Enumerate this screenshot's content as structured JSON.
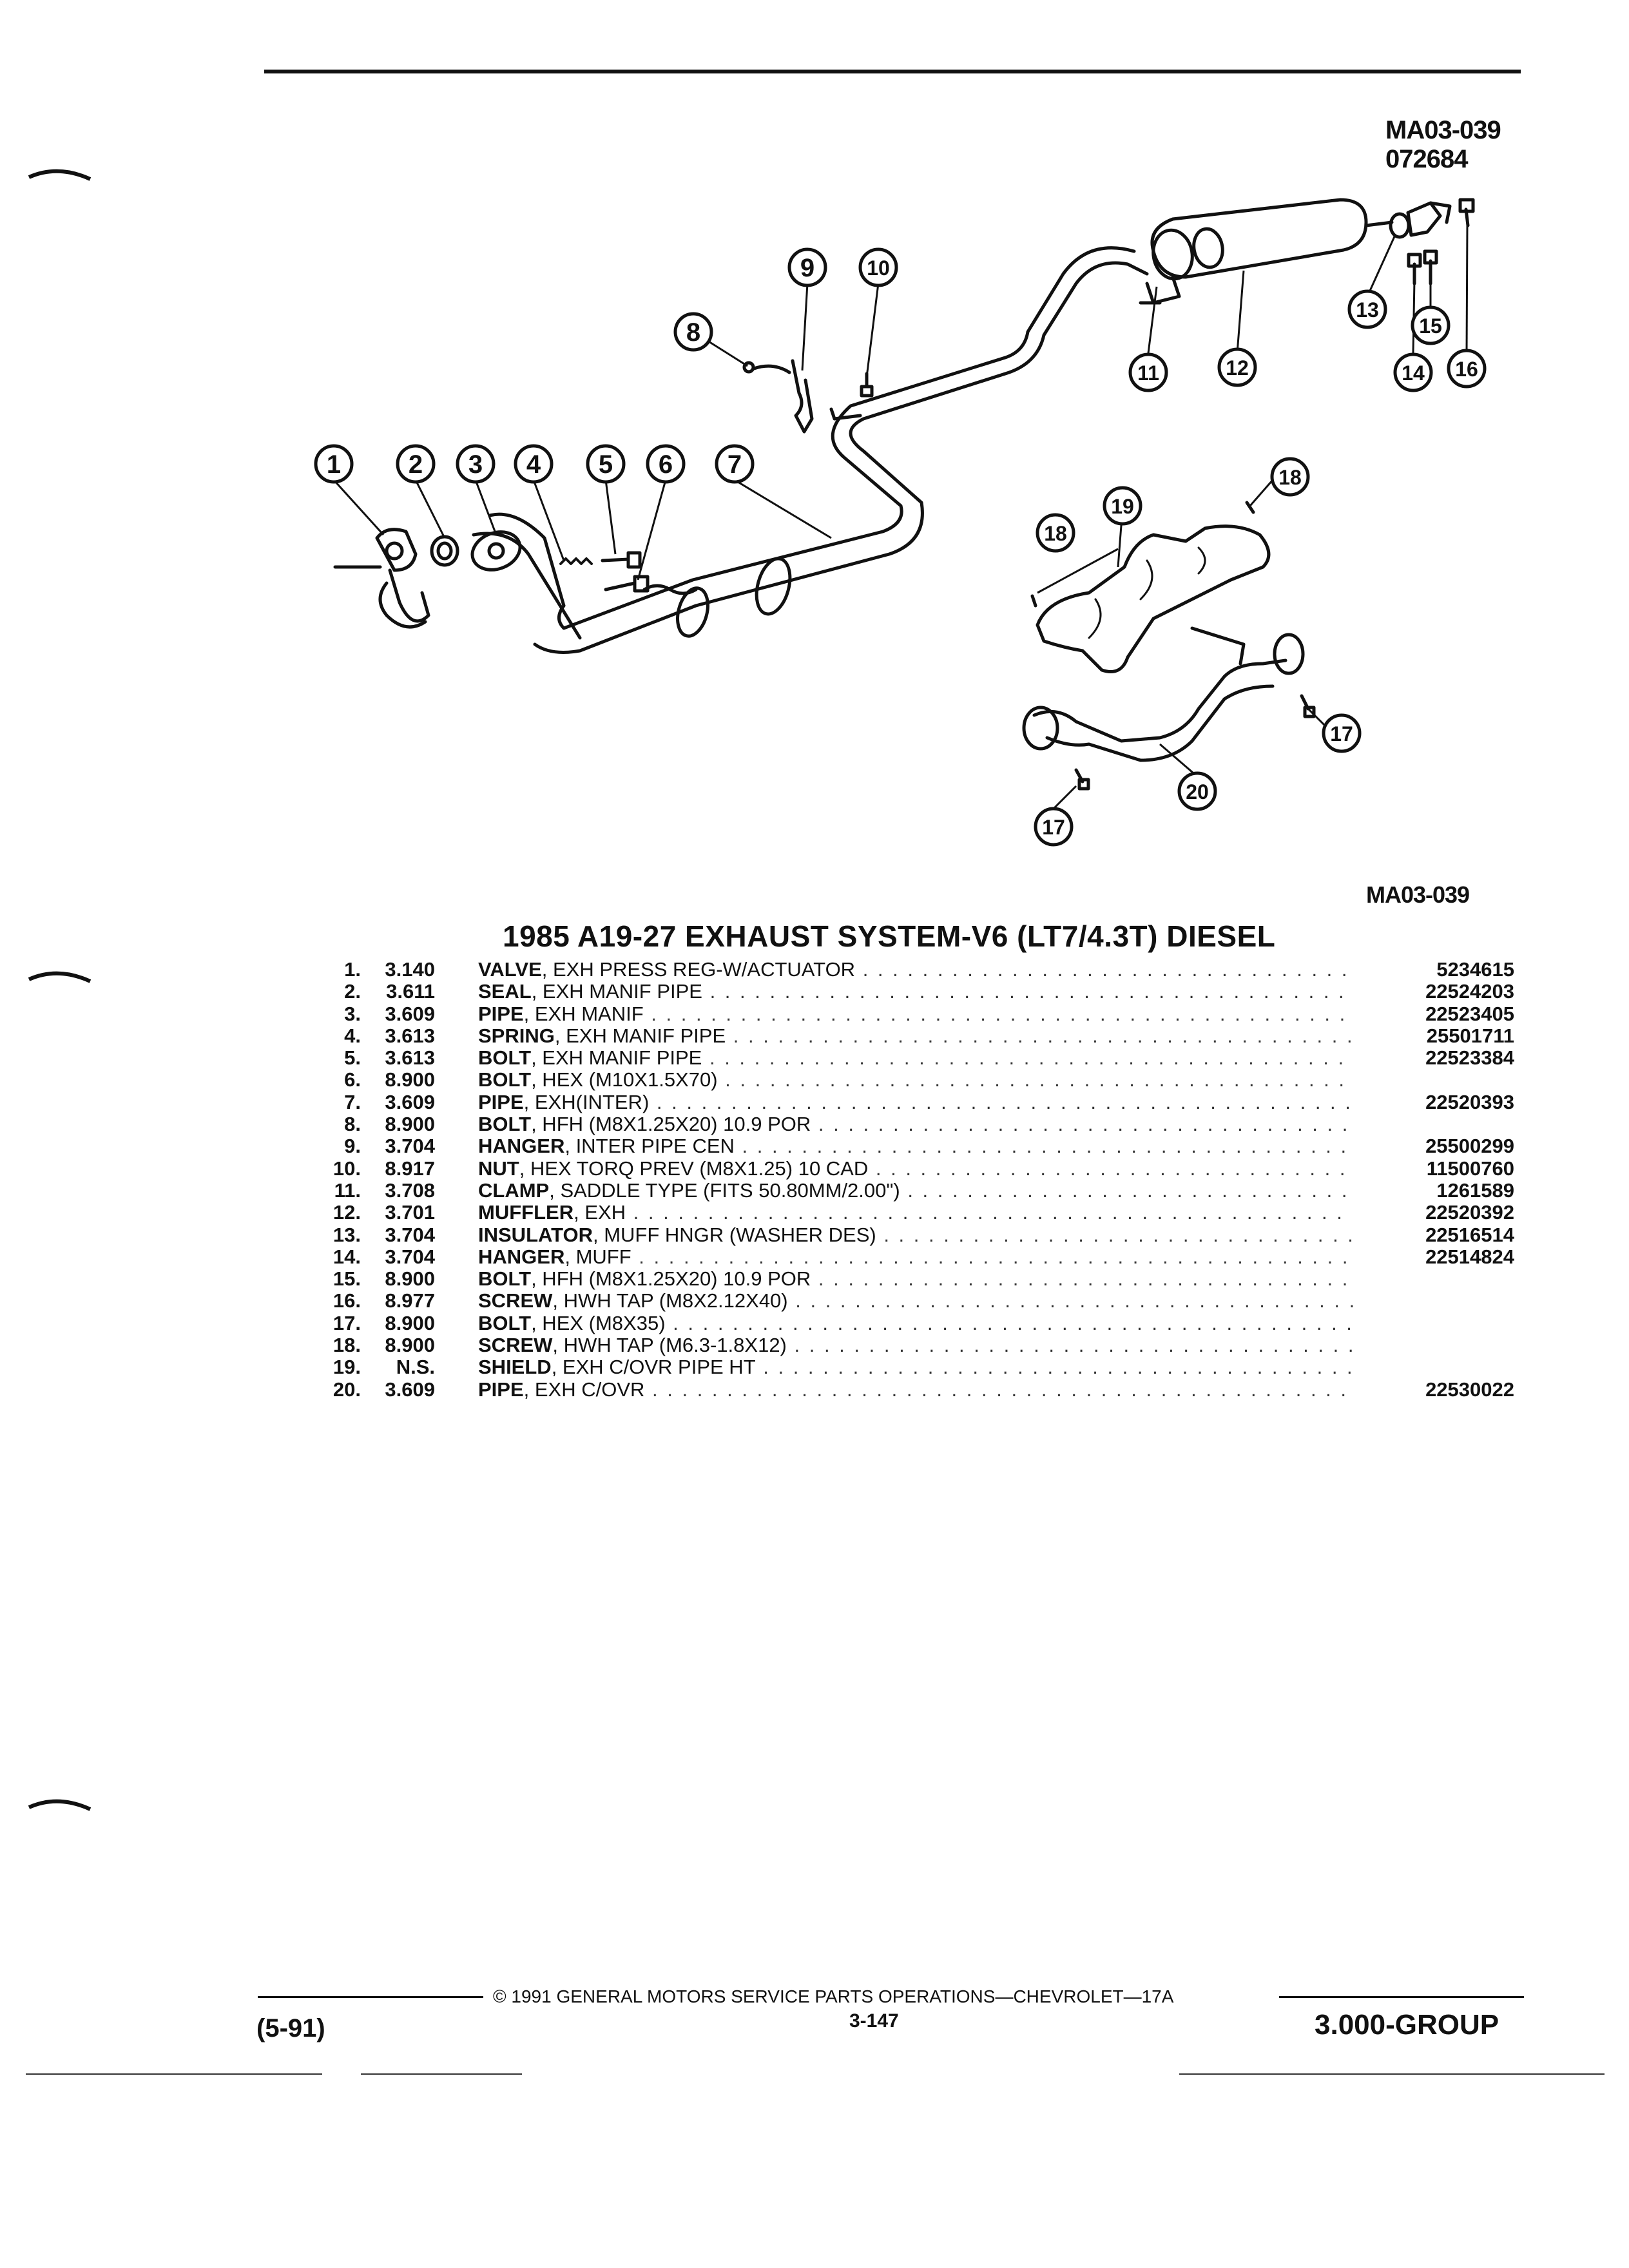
{
  "diagram": {
    "code_top": "MA03-039",
    "code_top2": "072684",
    "code_bottom": "MA03-039",
    "callouts": [
      "1",
      "2",
      "3",
      "4",
      "5",
      "6",
      "7",
      "8",
      "9",
      "10",
      "11",
      "12",
      "13",
      "14",
      "15",
      "16",
      "17",
      "17",
      "18",
      "18",
      "19",
      "20"
    ]
  },
  "title": "1985 A19-27 EXHAUST SYSTEM-V6 (LT7/4.3T) DIESEL",
  "parts": [
    {
      "num": "1.",
      "group": "3.140",
      "name": "VALVE",
      "detail": ", EXH PRESS REG-W/ACTUATOR",
      "part": "5234615"
    },
    {
      "num": "2.",
      "group": "3.611",
      "name": "SEAL",
      "detail": ", EXH MANIF PIPE",
      "part": "22524203"
    },
    {
      "num": "3.",
      "group": "3.609",
      "name": "PIPE",
      "detail": ", EXH MANIF",
      "part": "22523405"
    },
    {
      "num": "4.",
      "group": "3.613",
      "name": "SPRING",
      "detail": ", EXH MANIF PIPE",
      "part": "25501711"
    },
    {
      "num": "5.",
      "group": "3.613",
      "name": "BOLT",
      "detail": ", EXH MANIF PIPE",
      "part": "22523384"
    },
    {
      "num": "6.",
      "group": "8.900",
      "name": "BOLT",
      "detail": ", HEX (M10X1.5X70)",
      "part": ""
    },
    {
      "num": "7.",
      "group": "3.609",
      "name": "PIPE",
      "detail": ", EXH(INTER)",
      "part": "22520393"
    },
    {
      "num": "8.",
      "group": "8.900",
      "name": "BOLT",
      "detail": ", HFH (M8X1.25X20) 10.9 POR",
      "part": ""
    },
    {
      "num": "9.",
      "group": "3.704",
      "name": "HANGER",
      "detail": ", INTER PIPE CEN",
      "part": "25500299"
    },
    {
      "num": "10.",
      "group": "8.917",
      "name": "NUT",
      "detail": ", HEX TORQ PREV (M8X1.25) 10 CAD",
      "part": "11500760"
    },
    {
      "num": "11.",
      "group": "3.708",
      "name": "CLAMP",
      "detail": ", SADDLE TYPE (FITS 50.80MM/2.00\")",
      "part": "1261589"
    },
    {
      "num": "12.",
      "group": "3.701",
      "name": "MUFFLER",
      "detail": ", EXH",
      "part": "22520392"
    },
    {
      "num": "13.",
      "group": "3.704",
      "name": "INSULATOR",
      "detail": ", MUFF HNGR (WASHER DES)",
      "part": "22516514"
    },
    {
      "num": "14.",
      "group": "3.704",
      "name": "HANGER",
      "detail": ", MUFF",
      "part": "22514824"
    },
    {
      "num": "15.",
      "group": "8.900",
      "name": "BOLT",
      "detail": ", HFH (M8X1.25X20) 10.9 POR",
      "part": ""
    },
    {
      "num": "16.",
      "group": "8.977",
      "name": "SCREW",
      "detail": ", HWH TAP (M8X2.12X40)",
      "part": ""
    },
    {
      "num": "17.",
      "group": "8.900",
      "name": "BOLT",
      "detail": ", HEX (M8X35)",
      "part": ""
    },
    {
      "num": "18.",
      "group": "8.900",
      "name": "SCREW",
      "detail": ", HWH TAP (M6.3-1.8X12)",
      "part": ""
    },
    {
      "num": "19.",
      "group": "N.S.",
      "name": "SHIELD",
      "detail": ", EXH C/OVR PIPE HT",
      "part": ""
    },
    {
      "num": "20.",
      "group": "3.609",
      "name": "PIPE",
      "detail": ", EXH C/OVR",
      "part": "22530022"
    }
  ],
  "footer": {
    "date": "(5-91)",
    "copyright": "© 1991 GENERAL MOTORS SERVICE PARTS OPERATIONS—CHEVROLET—17A",
    "page": "3-147",
    "group": "3.000-GROUP"
  }
}
